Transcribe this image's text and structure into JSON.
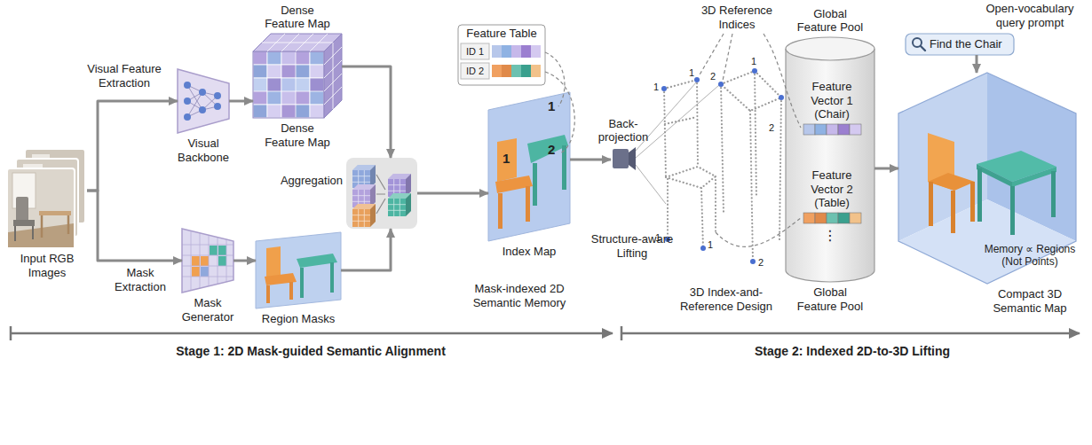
{
  "diagram": {
    "nodes": [
      {
        "text": [
          "Input RGB Images"
        ]
      },
      {
        "text": [
          "Visual Backbone"
        ]
      },
      {
        "text": [
          "Dense Feature Map",
          "Dense Feature Map"
        ]
      },
      {
        "text": [
          "Mask Generator"
        ]
      },
      {
        "text": [
          "Region Masks"
        ]
      },
      {
        "text": [
          "Aggregation"
        ]
      },
      {
        "text": [
          "Feature Table"
        ]
      },
      {
        "text": [
          "Index Map"
        ]
      },
      {
        "text": [
          "Back-projection"
        ]
      },
      {
        "text": [
          "Global Feature Pool",
          "Global Feature Pool"
        ]
      },
      {
        "text": [
          "Feature Vector 1 (Chair)"
        ],
        "in": 9
      },
      {
        "text": [
          "Feature Vector 2 (Table)"
        ],
        "in": 9
      },
      {
        "text": [
          "Compact 3D Semantic Map"
        ]
      },
      {
        "text": [
          "Find the Chair"
        ]
      }
    ],
    "edges": [
      {
        "from": 0,
        "to": 1,
        "label": "Visual Feature Extraction",
        "arrow": "to"
      },
      {
        "from": 0,
        "to": 3,
        "label": "Mask Extraction",
        "arrow": "to"
      },
      {
        "from": 1,
        "to": 2,
        "arrow": "to"
      },
      {
        "from": 3,
        "to": 4,
        "arrow": "to"
      },
      {
        "from": 2,
        "to": 5,
        "arrow": "to"
      },
      {
        "from": 4,
        "to": 5,
        "arrow": "to"
      },
      {
        "from": 5,
        "to": 7,
        "arrow": "to"
      },
      {
        "from": 7,
        "to": 8,
        "arrow": "to"
      },
      {
        "from": 9,
        "to": 12,
        "arrow": "to"
      },
      {
        "from": 13,
        "to": 12,
        "arrow": "to"
      }
    ],
    "labels": [
      "ID 1",
      "ID 2",
      "1",
      "1",
      "2",
      "Mask-indexed 2D Semantic Memory",
      "Structure-aware Lifting",
      "3D Reference Indices",
      "1",
      "2",
      "1",
      "1",
      "2",
      "1",
      "1",
      "2",
      "3D Index-and-Reference Design",
      "⋮",
      "Open-vocabulary query prompt",
      "Memory ∝ Regions (Not Points)",
      "Stage 1: 2D Mask-guided Semantic Alignment",
      "Stage 2: Indexed 2D-to-3D Lifting"
    ]
  }
}
